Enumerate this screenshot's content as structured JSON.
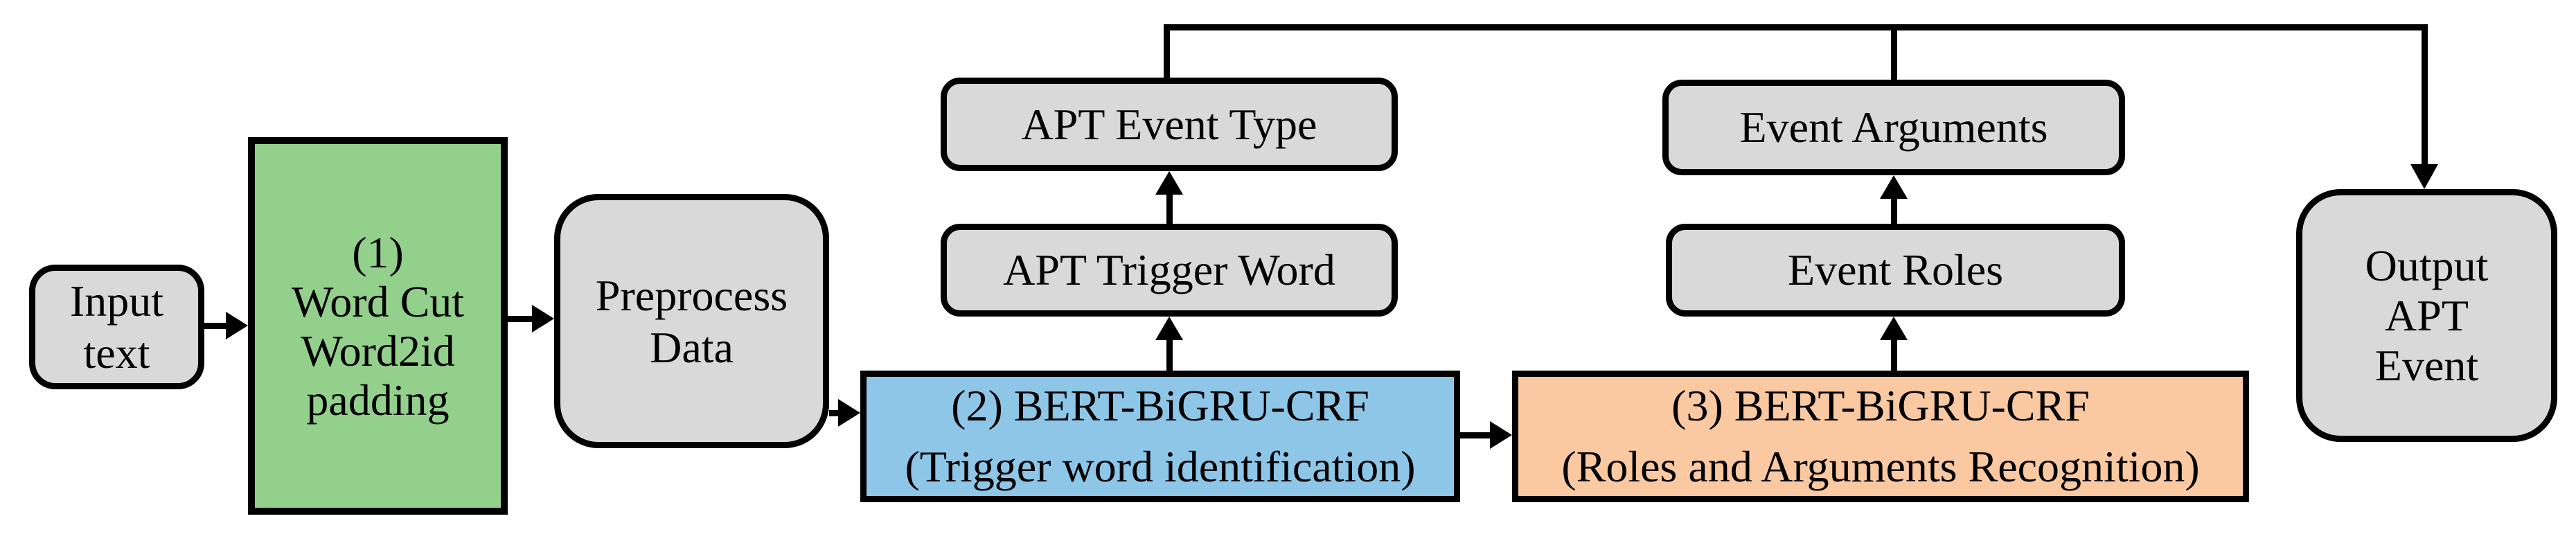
{
  "figure": {
    "type": "flowchart",
    "background": "#ffffff"
  },
  "colors": {
    "node_gray": "#d9d9d9",
    "step1_green": "#93d08c",
    "step2_blue": "#8ec6e8",
    "step3_orange": "#fac9a1",
    "line_black": "#000000"
  },
  "nodes": {
    "input_text": {
      "label": "Input\ntext"
    },
    "step1": {
      "label": "(1)\nWord Cut\nWord2id\npadding"
    },
    "preprocess": {
      "label": "Preprocess\nData"
    },
    "step2": {
      "label": "(2) BERT-BiGRU-CRF\n(Trigger word identification)"
    },
    "apt_trigger_word": {
      "label": "APT Trigger Word"
    },
    "apt_event_type": {
      "label": "APT Event Type"
    },
    "step3": {
      "label": "(3) BERT-BiGRU-CRF\n(Roles and Arguments Recognition)"
    },
    "event_roles": {
      "label": "Event Roles"
    },
    "event_arguments": {
      "label": "Event Arguments"
    },
    "output_apt_event": {
      "label": "Output\nAPT\nEvent"
    }
  }
}
